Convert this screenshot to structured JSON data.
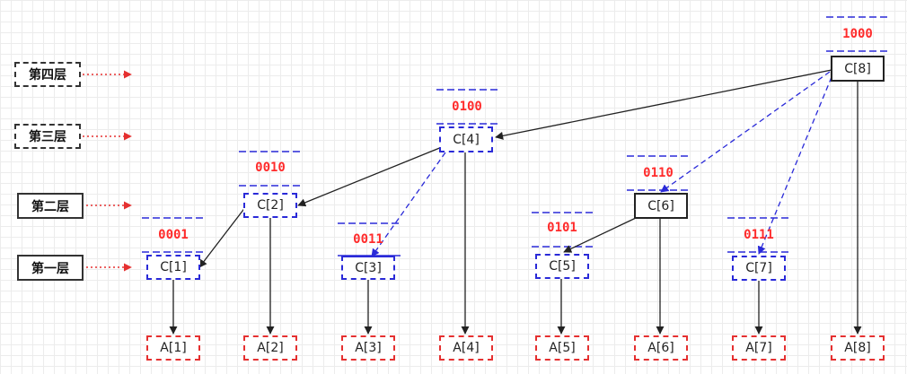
{
  "levels": [
    {
      "label": "第四层",
      "style": "dashed"
    },
    {
      "label": "第三层",
      "style": "dashed"
    },
    {
      "label": "第二层",
      "style": "solid"
    },
    {
      "label": "第一层",
      "style": "solid"
    }
  ],
  "c_nodes": [
    {
      "label": "C[1]",
      "binary": "0001"
    },
    {
      "label": "C[2]",
      "binary": "0010"
    },
    {
      "label": "C[3]",
      "binary": "0011"
    },
    {
      "label": "C[4]",
      "binary": "0100"
    },
    {
      "label": "C[5]",
      "binary": "0101"
    },
    {
      "label": "C[6]",
      "binary": "0110"
    },
    {
      "label": "C[7]",
      "binary": "0111"
    },
    {
      "label": "C[8]",
      "binary": "1000"
    }
  ],
  "a_nodes": [
    "A[1]",
    "A[2]",
    "A[3]",
    "A[4]",
    "A[5]",
    "A[6]",
    "A[7]",
    "A[8]"
  ],
  "colors": {
    "binary_text": "#ff2b2b",
    "dashed_blue": "#2a2ad8",
    "a_border": "#e53030",
    "level_arrow": "#e53030",
    "edge": "#222222"
  }
}
